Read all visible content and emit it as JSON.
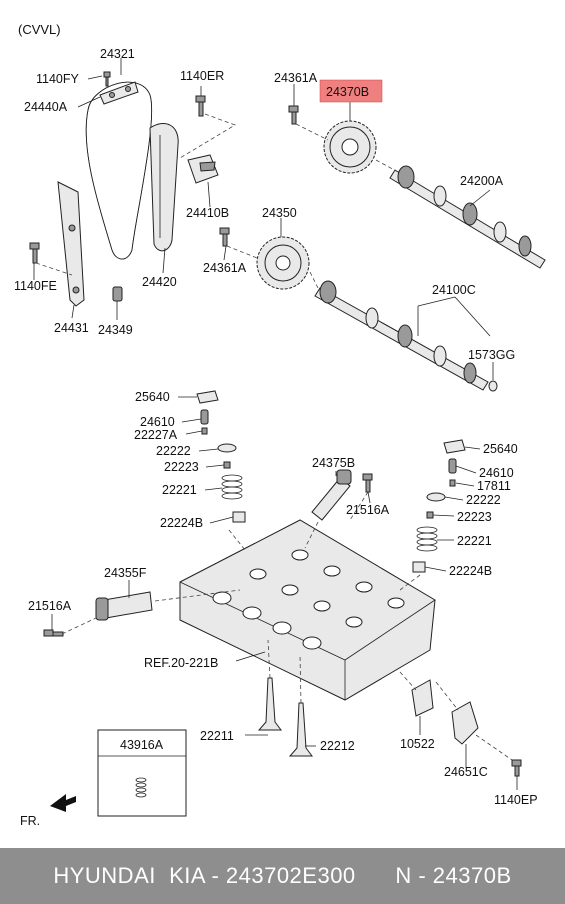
{
  "header": {
    "variant": "(CVVL)"
  },
  "highlight_color": "#f07f7f",
  "highlighted_part": "24370B",
  "labels": {
    "p24321": "24321",
    "p1140FY": "1140FY",
    "p24440A": "24440A",
    "p1140ER": "1140ER",
    "p24361A_top": "24361A",
    "p24370B": "24370B",
    "p24200A": "24200A",
    "p24410B": "24410B",
    "p24350": "24350",
    "p24361A_mid": "24361A",
    "p1140FE": "1140FE",
    "p24420": "24420",
    "p24100C": "24100C",
    "p24431": "24431",
    "p24349": "24349",
    "p1573GG": "1573GG",
    "p25640_l": "25640",
    "p24610_l": "24610",
    "p22227A": "22227A",
    "p22222_l": "22222",
    "p22223_l": "22223",
    "p22221_l": "22221",
    "p22224B_l": "22224B",
    "p24375B": "24375B",
    "p21516A_mid": "21516A",
    "p25640_r": "25640",
    "p24610_r": "24610",
    "p17811": "17811",
    "p22222_r": "22222",
    "p22223_r": "22223",
    "p22221_r": "22221",
    "p22224B_r": "22224B",
    "p24355F": "24355F",
    "p21516A_left": "21516A",
    "pREF": "REF.20-221B",
    "p22211": "22211",
    "p22212": "22212",
    "p10522": "10522",
    "p24651C": "24651C",
    "p1140EP": "1140EP",
    "p43916A": "43916A",
    "fr": "FR."
  },
  "footer": {
    "text": "HYUNDAI  KIA - 243702E300      N - 24370B"
  }
}
